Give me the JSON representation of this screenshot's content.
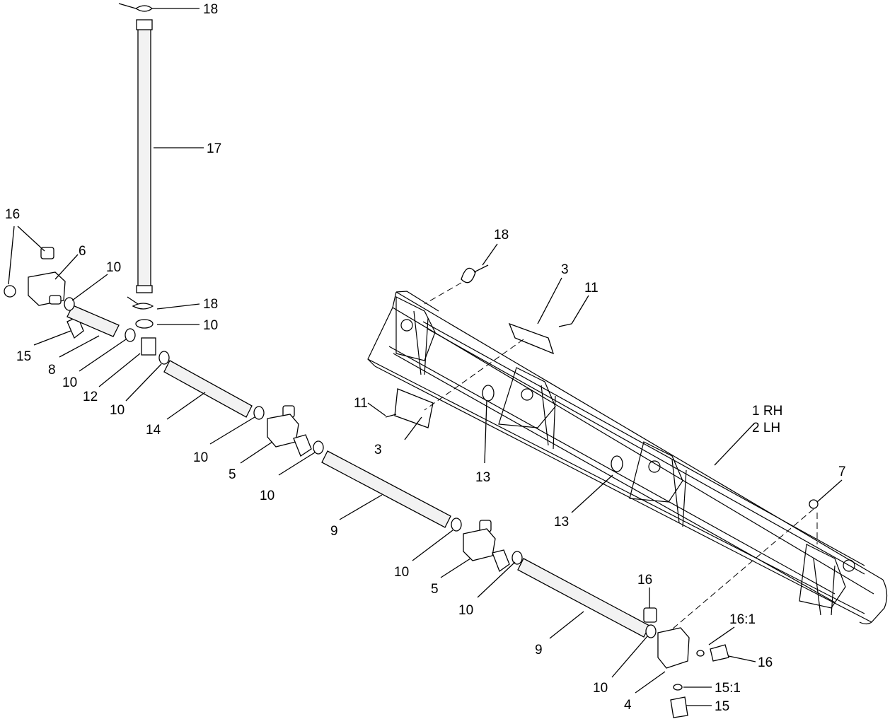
{
  "callouts": [
    {
      "id": "c18a",
      "text": "18"
    },
    {
      "id": "c17",
      "text": "17"
    },
    {
      "id": "c16a",
      "text": "16"
    },
    {
      "id": "c6",
      "text": "6"
    },
    {
      "id": "c10a",
      "text": "10"
    },
    {
      "id": "c18b",
      "text": "18"
    },
    {
      "id": "c10b",
      "text": "10"
    },
    {
      "id": "c15a",
      "text": "15"
    },
    {
      "id": "c8",
      "text": "8"
    },
    {
      "id": "c10c",
      "text": "10"
    },
    {
      "id": "c12",
      "text": "12"
    },
    {
      "id": "c10d",
      "text": "10"
    },
    {
      "id": "c14",
      "text": "14"
    },
    {
      "id": "c10e",
      "text": "10"
    },
    {
      "id": "c5a",
      "text": "5"
    },
    {
      "id": "c10f",
      "text": "10"
    },
    {
      "id": "c9a",
      "text": "9"
    },
    {
      "id": "c10g",
      "text": "10"
    },
    {
      "id": "c5b",
      "text": "5"
    },
    {
      "id": "c10h",
      "text": "10"
    },
    {
      "id": "c9b",
      "text": "9"
    },
    {
      "id": "c10i",
      "text": "10"
    },
    {
      "id": "c4",
      "text": "4"
    },
    {
      "id": "c16b",
      "text": "16"
    },
    {
      "id": "c161",
      "text": "16:1"
    },
    {
      "id": "c16c",
      "text": "16"
    },
    {
      "id": "c151",
      "text": "15:1"
    },
    {
      "id": "c15b",
      "text": "15"
    },
    {
      "id": "c18c",
      "text": "18"
    },
    {
      "id": "c3a",
      "text": "3"
    },
    {
      "id": "c11a",
      "text": "11"
    },
    {
      "id": "c11b",
      "text": "11"
    },
    {
      "id": "c3b",
      "text": "3"
    },
    {
      "id": "c13a",
      "text": "13"
    },
    {
      "id": "c1",
      "text": "1 RH"
    },
    {
      "id": "c2",
      "text": "2 LH"
    },
    {
      "id": "c13b",
      "text": "13"
    },
    {
      "id": "c7",
      "text": "7"
    }
  ]
}
